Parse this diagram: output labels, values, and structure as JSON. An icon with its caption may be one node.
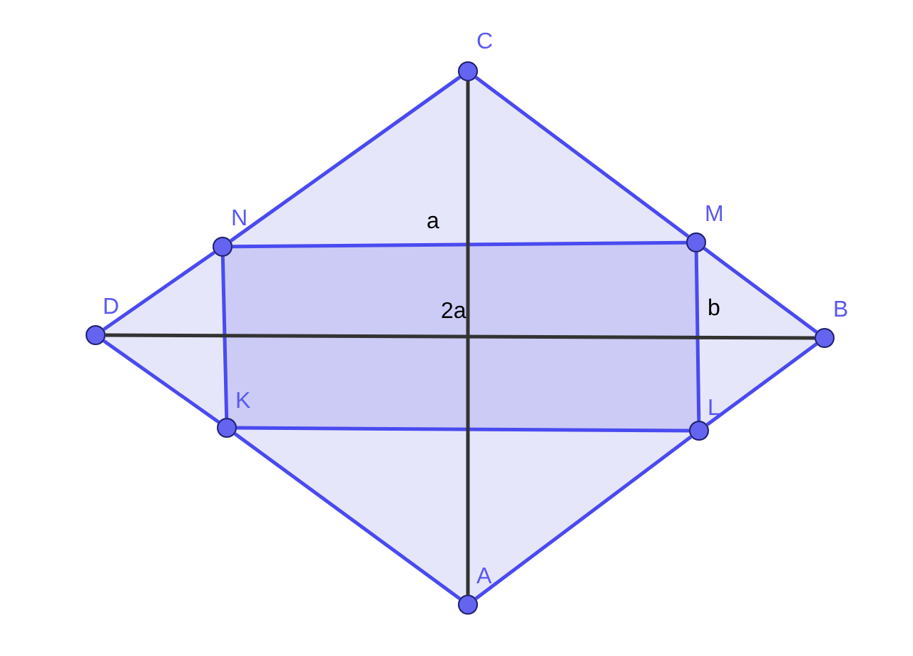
{
  "diagram": {
    "nodes": [
      {
        "text": [],
        "shape": "circle",
        "beside": [
          "C"
        ]
      },
      {
        "text": [],
        "shape": "circle",
        "beside": [
          "N"
        ]
      },
      {
        "text": [],
        "shape": "circle",
        "beside": [
          "M"
        ]
      },
      {
        "text": [],
        "shape": "circle",
        "beside": [
          "D"
        ]
      },
      {
        "text": [],
        "shape": "circle",
        "beside": [
          "B"
        ]
      },
      {
        "text": [],
        "shape": "circle",
        "beside": [
          "K"
        ]
      },
      {
        "text": [],
        "shape": "circle",
        "beside": [
          "L"
        ]
      },
      {
        "text": [],
        "shape": "circle",
        "beside": [
          "A"
        ]
      }
    ],
    "edges": [
      {
        "from": 0,
        "to": 2,
        "arrow": "none"
      },
      {
        "from": 2,
        "to": 4,
        "arrow": "none"
      },
      {
        "from": 4,
        "to": 6,
        "arrow": "none"
      },
      {
        "from": 6,
        "to": 7,
        "arrow": "none"
      },
      {
        "from": 7,
        "to": 5,
        "arrow": "none"
      },
      {
        "from": 5,
        "to": 3,
        "arrow": "none"
      },
      {
        "from": 3,
        "to": 1,
        "arrow": "none"
      },
      {
        "from": 1,
        "to": 0,
        "arrow": "none"
      },
      {
        "from": 1,
        "to": 2,
        "arrow": "none"
      },
      {
        "from": 2,
        "to": 6,
        "arrow": "none"
      },
      {
        "from": 6,
        "to": 5,
        "arrow": "none"
      },
      {
        "from": 5,
        "to": 1,
        "arrow": "none"
      },
      {
        "from": 0,
        "to": 7,
        "arrow": "none",
        "color": "#333333"
      },
      {
        "from": 3,
        "to": 4,
        "arrow": "none",
        "color": "#333333"
      }
    ],
    "labels": [
      "a",
      "2a",
      "b"
    ]
  }
}
